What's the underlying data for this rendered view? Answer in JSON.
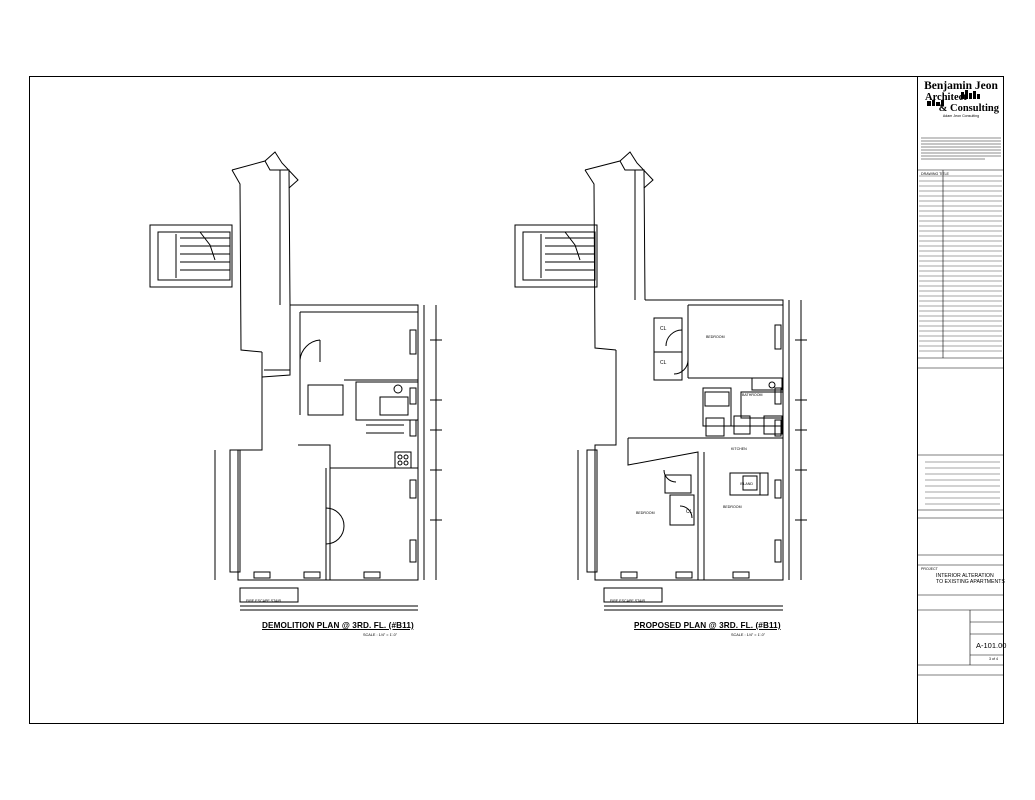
{
  "firm": {
    "name_line1": "Benjamin Jeon",
    "name_line2": "Architect",
    "name_line3": "& Consulting",
    "subtitle": "Adam Jeon Consulting"
  },
  "plans": {
    "demolition_title": "DEMOLITION PLAN @ 3RD. FL. (#B11)",
    "demolition_scale": "SCALE : 1/4\" = 1'-0\"",
    "proposed_title": "PROPOSED PLAN @ 3RD. FL. (#B11)",
    "proposed_scale": "SCALE : 1/4\" = 1'-0\""
  },
  "rooms": {
    "bedroom": "BEDROOM",
    "bathroom": "BATHROOM",
    "kitchen": "KITCHEN",
    "closet": "CL",
    "fire_escape": "FIRE ESCAPE STAIR",
    "island": "ISLAND"
  },
  "title_block": {
    "drawing_label": "DRAWING TITLE",
    "project_label": "PROJECT",
    "project_title_line1": "INTERIOR ALTERATION",
    "project_title_line2": "TO EXISTING APARTMENTS",
    "sheet_number": "A-101.00",
    "sheet_of": "3 of 4"
  },
  "colors": {
    "line": "#000000",
    "paper": "#ffffff"
  }
}
